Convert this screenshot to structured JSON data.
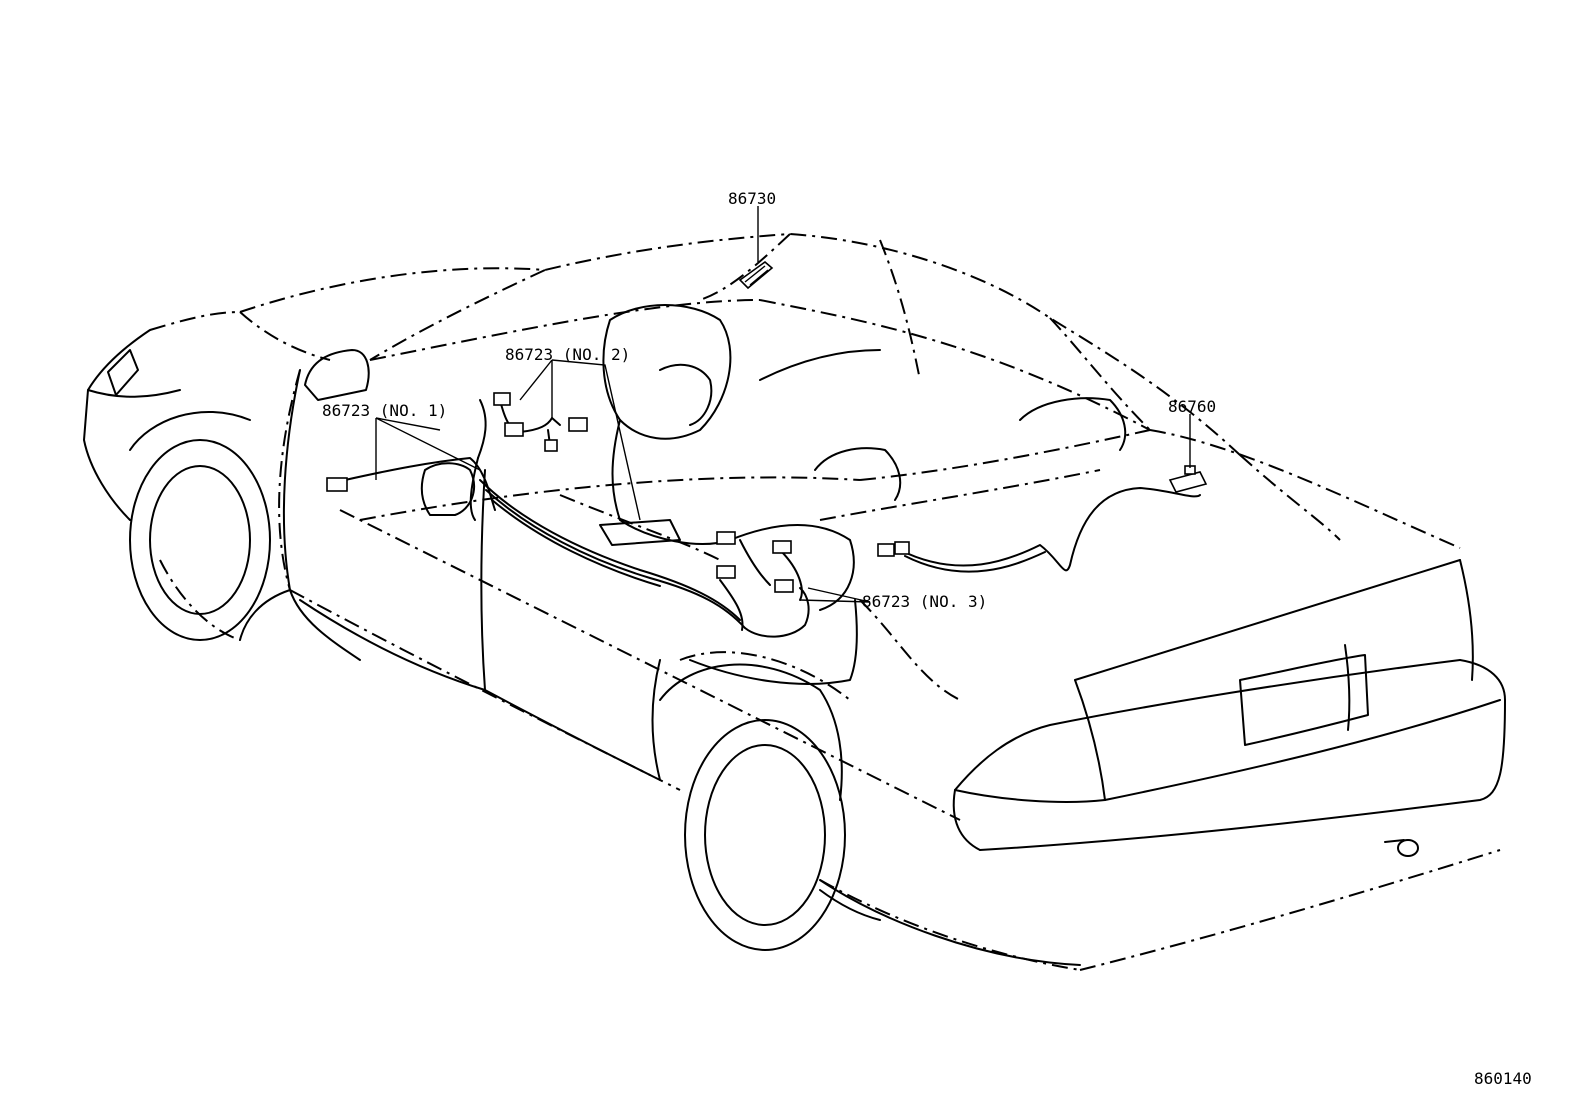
{
  "diagram": {
    "callouts": {
      "roof_part": "86730",
      "harness_no2": "86723 (NO. 2)",
      "harness_no1": "86723 (NO. 1)",
      "rear_part": "86760",
      "harness_no3": "86723 (NO. 3)"
    },
    "figure_id": "860140"
  }
}
